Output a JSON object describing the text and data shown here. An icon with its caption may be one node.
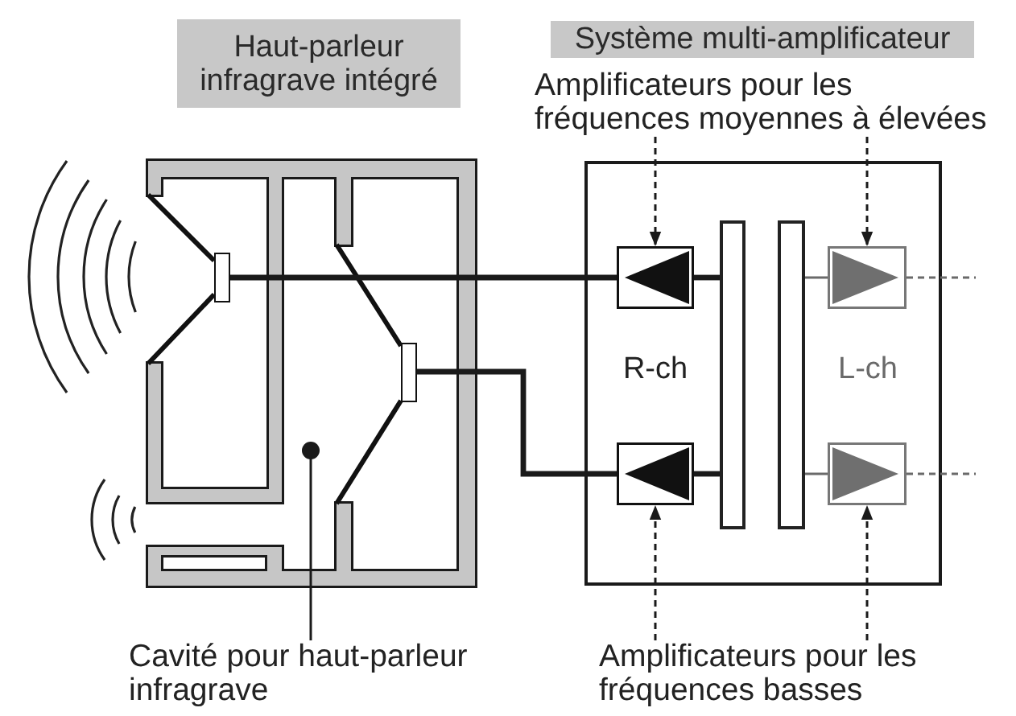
{
  "diagram": {
    "nodes": [
      {
        "text": [
          "Haut-parleur infragrave intégré"
        ]
      },
      {
        "text": [],
        "shape": "box",
        "in": 0
      },
      {
        "text": [],
        "shape": "box",
        "in": 0
      },
      {
        "text": [
          "Système multi-amplificateur",
          "R-ch",
          "L-ch"
        ]
      },
      {
        "text": [],
        "shape": "triangle",
        "in": 3
      },
      {
        "text": [],
        "shape": "bar",
        "in": 3
      },
      {
        "text": [],
        "shape": "bar",
        "in": 3
      },
      {
        "text": [],
        "shape": "triangle",
        "in": 3
      },
      {
        "text": [],
        "shape": "triangle",
        "in": 3
      },
      {
        "text": [],
        "shape": "triangle",
        "in": 3
      },
      {
        "text": [
          "Amplificateurs pour les fréquences moyennes à élevées"
        ]
      },
      {
        "text": [
          "Amplificateurs pour les fréquences basses"
        ]
      },
      {
        "text": [
          "Cavité pour haut-parleur infragrave"
        ]
      }
    ],
    "edges": [
      {
        "from": 4,
        "to": 1,
        "arrow": "none",
        "style": "thick"
      },
      {
        "from": 8,
        "to": 2,
        "arrow": "none",
        "style": "thick"
      },
      {
        "from": 5,
        "to": 4,
        "arrow": "none",
        "style": "thick"
      },
      {
        "from": 5,
        "to": 8,
        "arrow": "none",
        "style": "thick"
      },
      {
        "from": 6,
        "to": 7,
        "arrow": "none",
        "color": "#6a6a6a"
      },
      {
        "from": 6,
        "to": 9,
        "arrow": "none",
        "color": "#6a6a6a"
      },
      {
        "from": 7,
        "to": null,
        "arrow": "none",
        "style": "dashed",
        "color": "#6a6a6a"
      },
      {
        "from": 9,
        "to": null,
        "arrow": "none",
        "style": "dashed",
        "color": "#6a6a6a"
      },
      {
        "from": 10,
        "to": 4,
        "arrow": "to",
        "style": "dashed"
      },
      {
        "from": 10,
        "to": 7,
        "arrow": "to",
        "style": "dashed"
      },
      {
        "from": 11,
        "to": 8,
        "arrow": "to",
        "style": "dashed"
      },
      {
        "from": 11,
        "to": 9,
        "arrow": "to",
        "style": "dashed"
      },
      {
        "from": 12,
        "to": null,
        "arrow": "other"
      }
    ]
  }
}
